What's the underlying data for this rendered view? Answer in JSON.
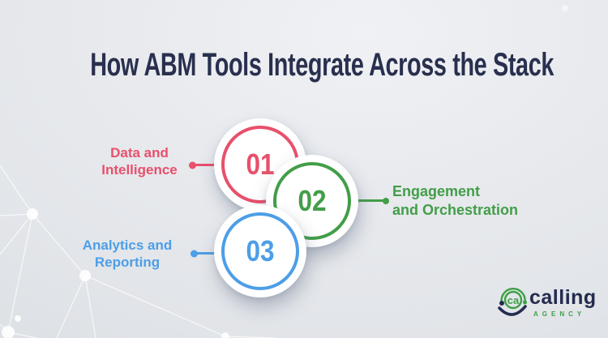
{
  "title": "How ABM Tools Integrate Across the Stack",
  "title_color": "#29304e",
  "background_color": "#e3e6ea",
  "steps": [
    {
      "number": "01",
      "label_line1": "Data and",
      "label_line2": "Intelligence",
      "color": "#e8506b",
      "label_side": "left"
    },
    {
      "number": "02",
      "label_line1": "Engagement",
      "label_line2": "and Orchestration",
      "color": "#429e48",
      "label_side": "right"
    },
    {
      "number": "03",
      "label_line1": "Analytics and",
      "label_line2": "Reporting",
      "color": "#4d9ee7",
      "label_side": "left"
    }
  ],
  "logo": {
    "brand": "calling",
    "tagline": "AGENCY",
    "icon_text": "ca",
    "brand_color": "#232c4e",
    "accent_color": "#3da045"
  }
}
